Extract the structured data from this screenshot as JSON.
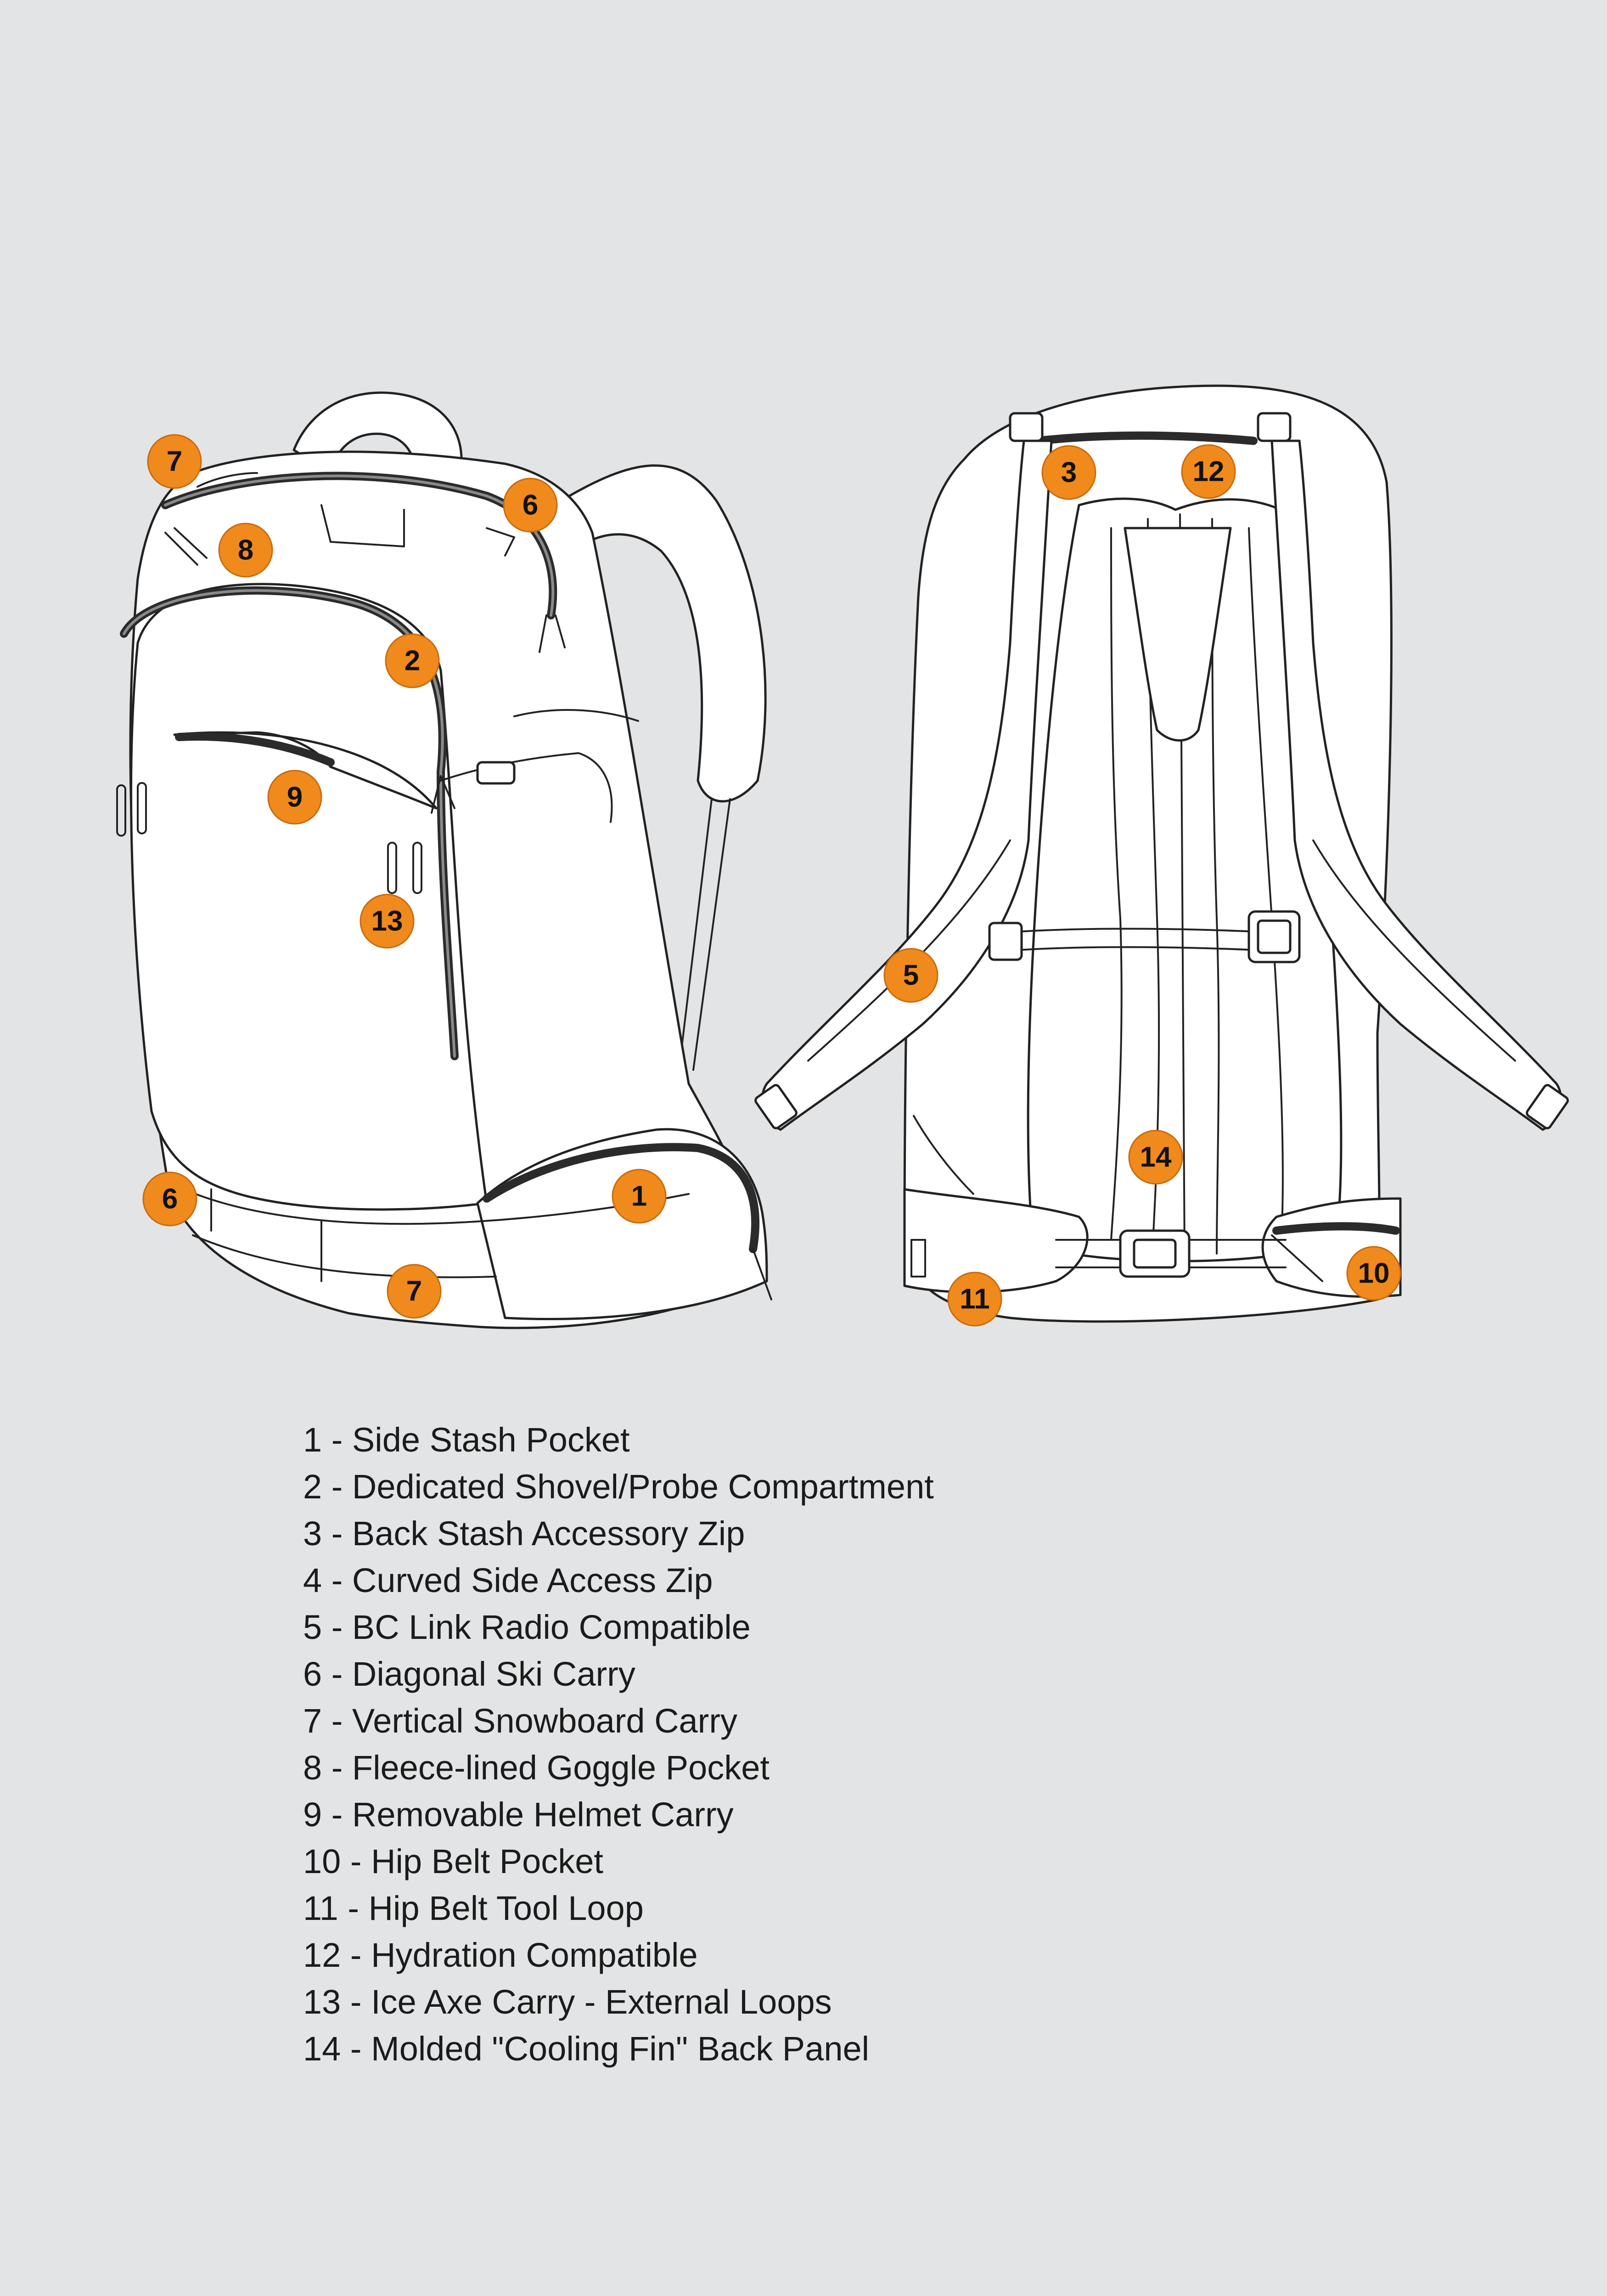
{
  "callouts_front": [
    {
      "num": "7",
      "target": "top strap"
    },
    {
      "num": "6",
      "target": "top strap"
    },
    {
      "num": "8",
      "target": "goggle pocket"
    },
    {
      "num": "2",
      "target": "main zipper"
    },
    {
      "num": "9",
      "target": "helmet carry"
    },
    {
      "num": "13",
      "target": "ice axe loops"
    },
    {
      "num": "6",
      "target": "lower loop"
    },
    {
      "num": "1",
      "target": "side pocket"
    },
    {
      "num": "7",
      "target": "bottom strap"
    }
  ],
  "callouts_back": [
    {
      "num": "3",
      "target": "back zip"
    },
    {
      "num": "12",
      "target": "hydration port"
    },
    {
      "num": "5",
      "target": "shoulder strap"
    },
    {
      "num": "14",
      "target": "back panel"
    },
    {
      "num": "10",
      "target": "hip belt pocket"
    },
    {
      "num": "11",
      "target": "hip belt loop"
    }
  ],
  "legend": [
    "1 - Side Stash Pocket",
    "2 - Dedicated Shovel/Probe Compartment",
    "3 - Back Stash Accessory Zip",
    "4 - Curved Side Access Zip",
    "5 - BC Link Radio Compatible",
    "6 - Diagonal Ski Carry",
    "7 - Vertical Snowboard Carry",
    "8 - Fleece-lined Goggle Pocket",
    "9 - Removable Helmet Carry",
    "10 - Hip Belt Pocket",
    "11 - Hip Belt Tool Loop",
    "12 - Hydration Compatible",
    "13 - Ice Axe Carry - External Loops",
    "14 - Molded \"Cooling Fin\" Back Panel"
  ],
  "colors": {
    "badge": "#f08a1c",
    "background": "#e3e4e5",
    "outline": "#222222"
  }
}
